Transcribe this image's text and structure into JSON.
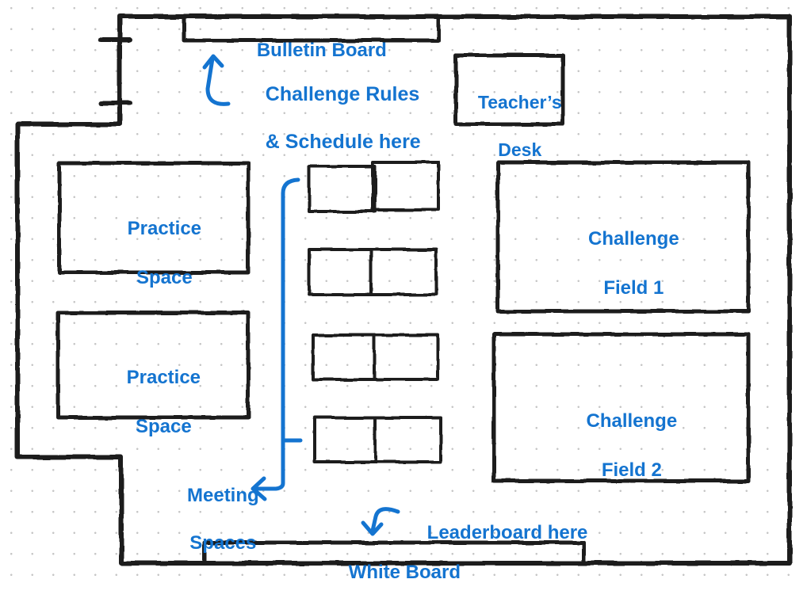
{
  "colors": {
    "background": "#ffffff",
    "grid_dot": "#c6c6c6",
    "wall_black": "#1f1f1f",
    "annotation_blue": "#1474d0"
  },
  "fixtures": {
    "bulletin_board": {
      "label": "Bulletin Board"
    },
    "teachers_desk": {
      "line1": "Teacher’s",
      "line2": "Desk"
    },
    "practice_space_1": {
      "line1": "Practice",
      "line2": "Space"
    },
    "practice_space_2": {
      "line1": "Practice",
      "line2": "Space"
    },
    "challenge_field_1": {
      "line1": "Challenge",
      "line2": "Field 1"
    },
    "challenge_field_2": {
      "line1": "Challenge",
      "line2": "Field 2"
    },
    "white_board": {
      "label": "White Board"
    },
    "meeting_tables_count": "4"
  },
  "annotations": {
    "rules_note": {
      "line1": "Challenge Rules",
      "line2": "& Schedule here"
    },
    "meeting_note": {
      "line1": "Meeting",
      "line2": "Spaces"
    },
    "leaderboard_note": {
      "label": "Leaderboard here"
    }
  }
}
